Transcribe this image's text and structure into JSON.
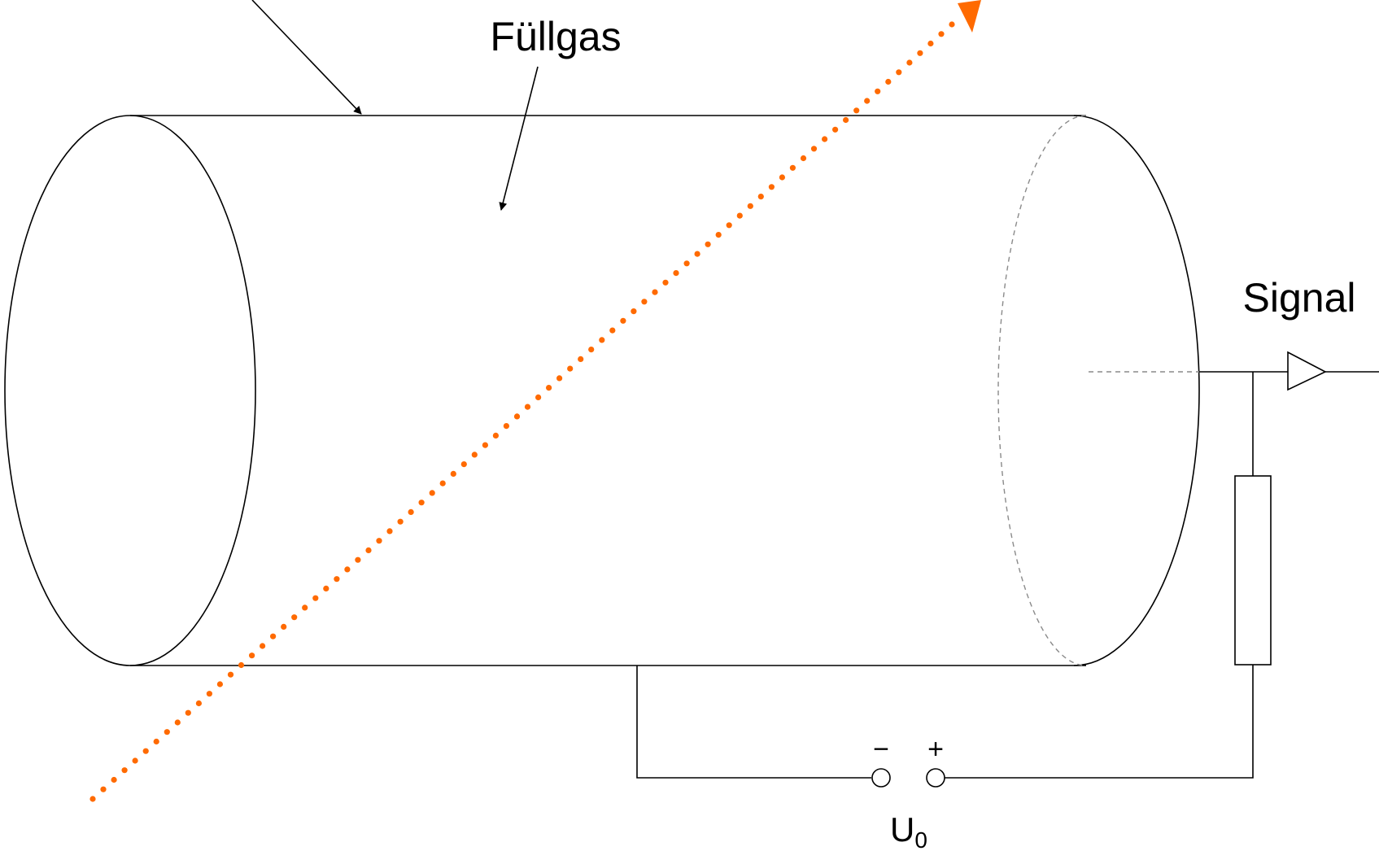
{
  "labels": {
    "fill_gas": "Füllgas",
    "signal": "Signal",
    "minus": "−",
    "plus": "+",
    "voltage_main": "U",
    "voltage_sub": "0"
  },
  "colors": {
    "line": "#000000",
    "hidden_edge": "#8a8a8a",
    "particle_track": "#ff6a00"
  },
  "particle_track": {
    "dot_count": 82
  }
}
